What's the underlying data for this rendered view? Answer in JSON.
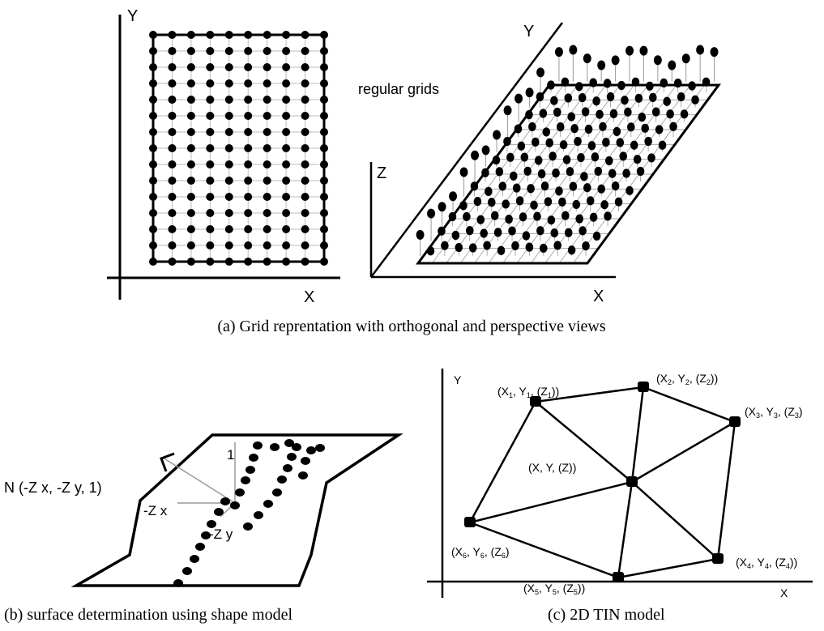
{
  "panel_a": {
    "left_plot": {
      "y_axis_label": "Y",
      "x_axis_label": "X",
      "grid": {
        "cols": 10,
        "rows": 15
      }
    },
    "right_plot": {
      "annotation": "regular grids",
      "y_axis_label": "Y",
      "z_axis_label": "Z",
      "x_axis_label": "X",
      "grid": {
        "cols": 12,
        "rows": 12
      }
    },
    "caption": "(a) Grid reprentation with orthogonal and perspective views"
  },
  "panel_b": {
    "normal_label": "N (-Z x, -Z y, 1)",
    "one_label": "1",
    "zx_label": "-Z x",
    "zy_label": "-Z y",
    "caption": "(b) surface determination using shape model"
  },
  "panel_c": {
    "y_axis_label": "Y",
    "x_axis_label": "X",
    "vertices": [
      {
        "id": "v1",
        "main": "(X",
        "sub": "1",
        "y": ", Y",
        "ysub": "1",
        "z": ", (Z",
        "zsub": "1",
        "end": "))"
      },
      {
        "id": "v2",
        "main": "(X",
        "sub": "2",
        "y": ", Y",
        "ysub": "2",
        "z": ", (Z",
        "zsub": "2",
        "end": "))"
      },
      {
        "id": "v3",
        "main": "(X",
        "sub": "3",
        "y": ", Y",
        "ysub": "3",
        "z": ", (Z",
        "zsub": "3",
        "end": ")"
      },
      {
        "id": "v4",
        "main": "(X",
        "sub": "4",
        "y": ", Y",
        "ysub": "4",
        "z": ", (Z",
        "zsub": "4",
        "end": "))"
      },
      {
        "id": "v5",
        "main": "(X",
        "sub": "5",
        "y": ", Y",
        "ysub": "5",
        "z": ", (Z",
        "zsub": "5",
        "end": "))"
      },
      {
        "id": "v6",
        "main": "(X",
        "sub": "6",
        "y": ", Y",
        "ysub": "6",
        "z": ", (Z",
        "zsub": "6",
        "end": ")"
      }
    ],
    "center_label": "(X, Y, (Z))",
    "caption": "(c) 2D TIN model"
  }
}
